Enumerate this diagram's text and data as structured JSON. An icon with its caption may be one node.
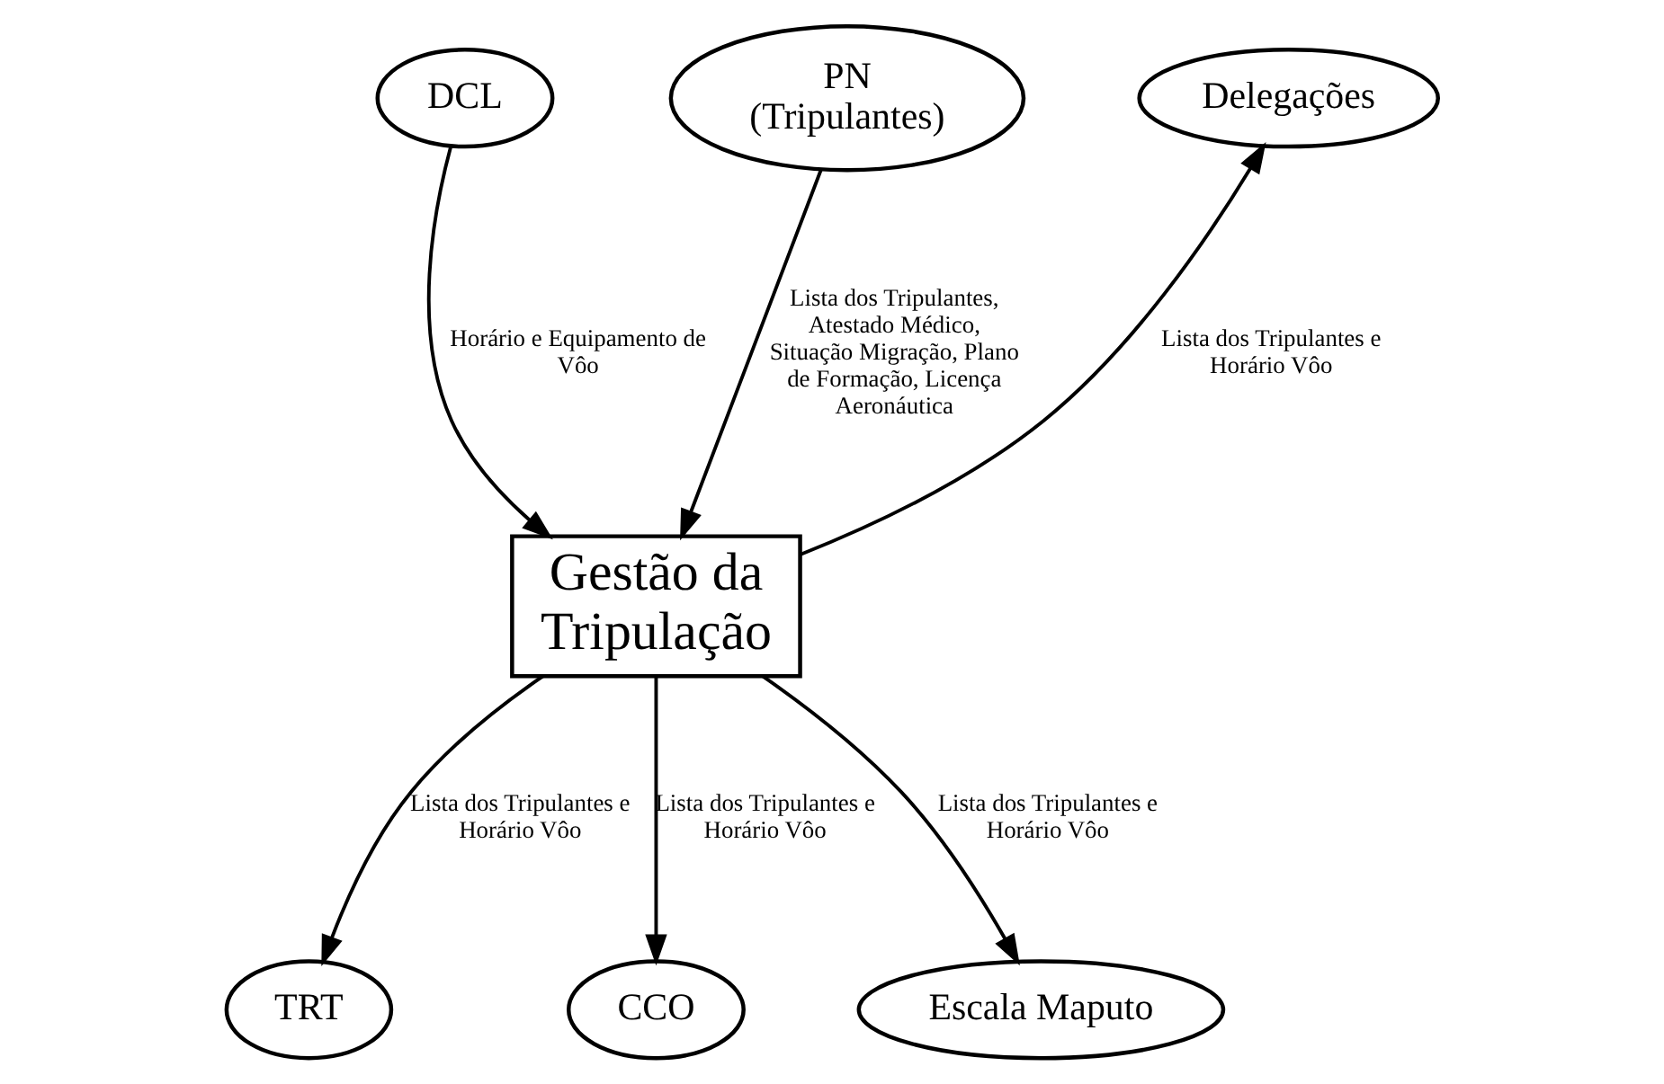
{
  "diagram": {
    "nodes": [
      {
        "text": [
          "PN (Tripulantes)"
        ]
      },
      {
        "text": [
          "DCL"
        ]
      },
      {
        "text": [
          "Delegações"
        ]
      },
      {
        "text": [
          "Gestão da Tripulação"
        ]
      },
      {
        "text": [
          "TRT"
        ]
      },
      {
        "text": [
          "CCO"
        ]
      },
      {
        "text": [
          "Escala Maputo"
        ]
      }
    ],
    "edges": [
      {
        "from": 1,
        "to": 3,
        "arrow": "to",
        "label": "Horário e Equipamento de Vôo"
      },
      {
        "from": 0,
        "to": 3,
        "arrow": "to",
        "label": "Lista dos Tripulantes, Atestado Médico, Situação Migração, Plano de Formação, Licença Aeronáutica"
      },
      {
        "from": 3,
        "to": 2,
        "arrow": "to",
        "label": "Lista dos Tripulantes e Horário Vôo"
      },
      {
        "from": 3,
        "to": 4,
        "arrow": "to",
        "label": "Lista dos Tripulantes e Horário Vôo"
      },
      {
        "from": 3,
        "to": 5,
        "arrow": "to",
        "label": "Lista dos Tripulantes e Horário Vôo"
      },
      {
        "from": 3,
        "to": 6,
        "arrow": "to",
        "label": "Lista dos Tripulantes e Horário Vôo"
      }
    ]
  }
}
